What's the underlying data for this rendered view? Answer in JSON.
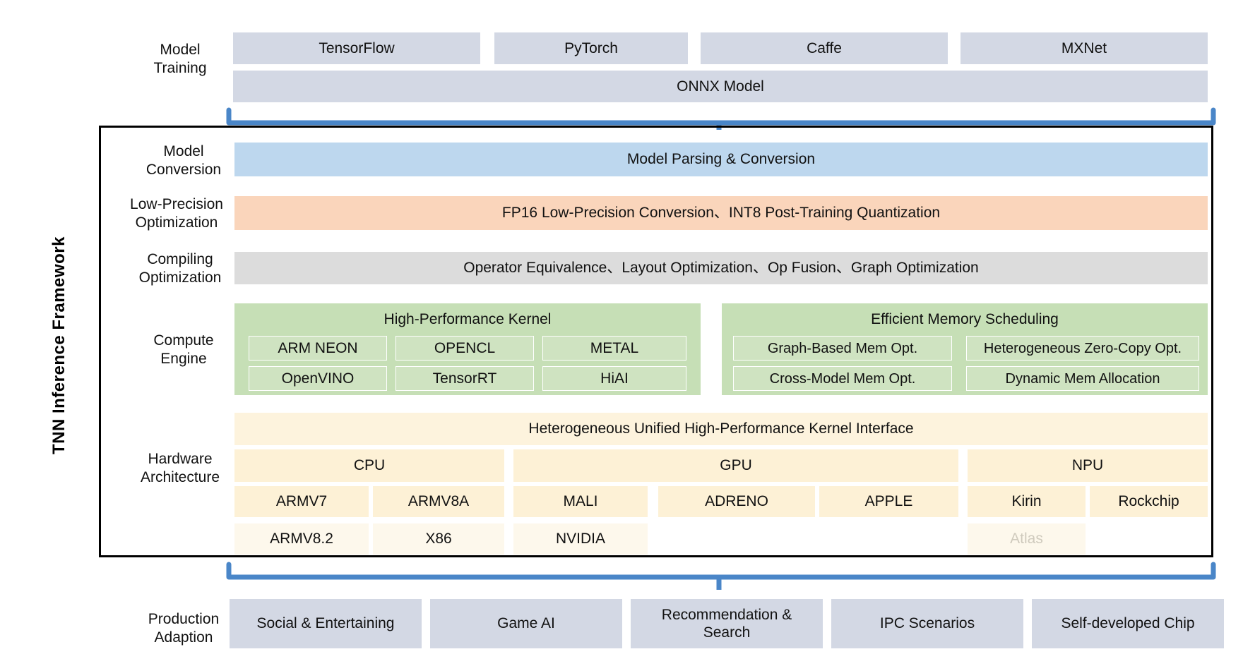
{
  "diagram": {
    "title": "TNN Inference Framework",
    "colors": {
      "model_training_box": "#d3d8e4",
      "model_conversion": "#bdd7ee",
      "low_precision": "#fad5bb",
      "compiling": "#dcdcdc",
      "compute_engine": "#c6dfb6",
      "hardware": "#fdf3dd",
      "brace": "#4a86c8",
      "outline": "#000000",
      "disabled_text": "#cfcabd"
    },
    "rows": {
      "model_training": {
        "label": "Model\nTraining",
        "frameworks": [
          "TensorFlow",
          "PyTorch",
          "Caffe",
          "MXNet"
        ],
        "onnx": "ONNX Model"
      },
      "model_conversion": {
        "label": "Model\nConversion",
        "bar": "Model Parsing & Conversion"
      },
      "low_precision": {
        "label": "Low-Precision\nOptimization",
        "bar": "FP16 Low-Precision Conversion、INT8 Post-Training Quantization"
      },
      "compiling": {
        "label": "Compiling\nOptimization",
        "bar": "Operator Equivalence、Layout Optimization、Op Fusion、Graph Optimization"
      },
      "compute_engine": {
        "label": "Compute\nEngine",
        "groups": [
          {
            "title": "High-Performance Kernel",
            "row1": [
              "ARM NEON",
              "OPENCL",
              "METAL"
            ],
            "row2": [
              "OpenVINO",
              "TensorRT",
              "HiAI"
            ]
          },
          {
            "title": "Efficient Memory Scheduling",
            "row1": [
              "Graph-Based Mem Opt.",
              "Heterogeneous Zero-Copy Opt."
            ],
            "row2": [
              "Cross-Model Mem Opt.",
              "Dynamic Mem Allocation"
            ]
          }
        ]
      },
      "hardware": {
        "label": "Hardware\nArchitecture",
        "interface": "Heterogeneous Unified High-Performance Kernel Interface",
        "categories": [
          "CPU",
          "GPU",
          "NPU"
        ],
        "chips_row1": [
          "ARMV7",
          "ARMV8A",
          "MALI",
          "ADRENO",
          "APPLE",
          "Kirin",
          "Rockchip"
        ],
        "chips_row2": [
          "ARMV8.2",
          "X86",
          "NVIDIA",
          "Atlas"
        ],
        "chips_row2_disabled": [
          "Atlas"
        ]
      },
      "production": {
        "label": "Production\nAdaption",
        "items": [
          "Social & Entertaining",
          "Game AI",
          "Recommendation &\nSearch",
          "IPC Scenarios",
          "Self-developed Chip"
        ]
      }
    }
  }
}
